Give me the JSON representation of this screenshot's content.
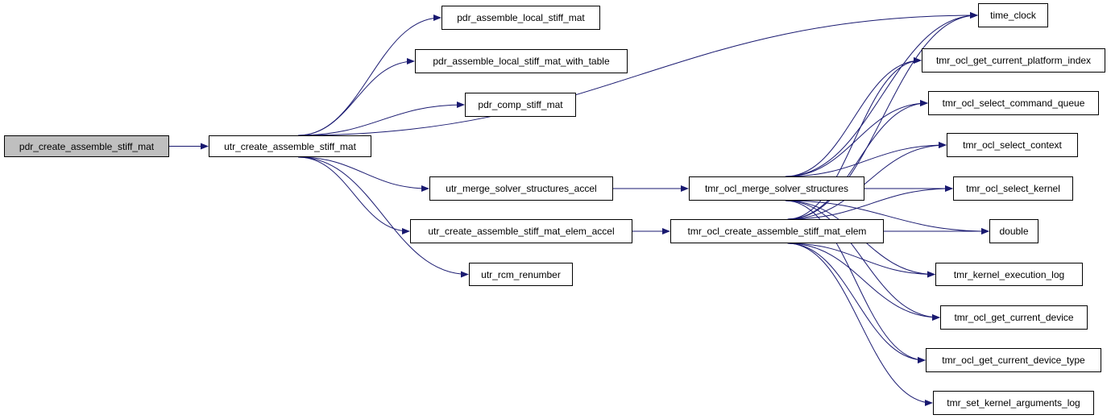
{
  "root": "pdr_create_assemble_stiff_mat",
  "nodes": {
    "pdr_create_assemble_stiff_mat": "pdr_create_assemble_stiff_mat",
    "utr_create_assemble_stiff_mat": "utr_create_assemble_stiff_mat",
    "pdr_assemble_local_stiff_mat": "pdr_assemble_local_stiff_mat",
    "pdr_assemble_local_stiff_mat_with_table": "pdr_assemble_local_stiff_mat_with_table",
    "pdr_comp_stiff_mat": "pdr_comp_stiff_mat",
    "utr_merge_solver_structures_accel": "utr_merge_solver_structures_accel",
    "utr_create_assemble_stiff_mat_elem_accel": "utr_create_assemble_stiff_mat_elem_accel",
    "utr_rcm_renumber": "utr_rcm_renumber",
    "tmr_ocl_merge_solver_structures": "tmr_ocl_merge_solver_structures",
    "tmr_ocl_create_assemble_stiff_mat_elem": "tmr_ocl_create_assemble_stiff_mat_elem",
    "time_clock": "time_clock",
    "tmr_ocl_get_current_platform_index": "tmr_ocl_get_current_platform_index",
    "tmr_ocl_select_command_queue": "tmr_ocl_select_command_queue",
    "tmr_ocl_select_context": "tmr_ocl_select_context",
    "tmr_ocl_select_kernel": "tmr_ocl_select_kernel",
    "double": "double",
    "tmr_kernel_execution_log": "tmr_kernel_execution_log",
    "tmr_ocl_get_current_device": "tmr_ocl_get_current_device",
    "tmr_ocl_get_current_device_type": "tmr_ocl_get_current_device_type",
    "tmr_set_kernel_arguments_log": "tmr_set_kernel_arguments_log"
  },
  "edges": [
    [
      "pdr_create_assemble_stiff_mat",
      "utr_create_assemble_stiff_mat"
    ],
    [
      "utr_create_assemble_stiff_mat",
      "pdr_assemble_local_stiff_mat"
    ],
    [
      "utr_create_assemble_stiff_mat",
      "pdr_assemble_local_stiff_mat_with_table"
    ],
    [
      "utr_create_assemble_stiff_mat",
      "pdr_comp_stiff_mat"
    ],
    [
      "utr_create_assemble_stiff_mat",
      "time_clock"
    ],
    [
      "utr_create_assemble_stiff_mat",
      "utr_merge_solver_structures_accel"
    ],
    [
      "utr_create_assemble_stiff_mat",
      "utr_create_assemble_stiff_mat_elem_accel"
    ],
    [
      "utr_create_assemble_stiff_mat",
      "utr_rcm_renumber"
    ],
    [
      "utr_merge_solver_structures_accel",
      "tmr_ocl_merge_solver_structures"
    ],
    [
      "utr_create_assemble_stiff_mat_elem_accel",
      "tmr_ocl_create_assemble_stiff_mat_elem"
    ],
    [
      "tmr_ocl_merge_solver_structures",
      "time_clock"
    ],
    [
      "tmr_ocl_merge_solver_structures",
      "tmr_ocl_get_current_platform_index"
    ],
    [
      "tmr_ocl_merge_solver_structures",
      "tmr_ocl_select_command_queue"
    ],
    [
      "tmr_ocl_merge_solver_structures",
      "tmr_ocl_select_context"
    ],
    [
      "tmr_ocl_merge_solver_structures",
      "tmr_ocl_select_kernel"
    ],
    [
      "tmr_ocl_merge_solver_structures",
      "double"
    ],
    [
      "tmr_ocl_merge_solver_structures",
      "tmr_kernel_execution_log"
    ],
    [
      "tmr_ocl_merge_solver_structures",
      "tmr_ocl_get_current_device"
    ],
    [
      "tmr_ocl_merge_solver_structures",
      "tmr_ocl_get_current_device_type"
    ],
    [
      "tmr_ocl_create_assemble_stiff_mat_elem",
      "time_clock"
    ],
    [
      "tmr_ocl_create_assemble_stiff_mat_elem",
      "tmr_ocl_get_current_platform_index"
    ],
    [
      "tmr_ocl_create_assemble_stiff_mat_elem",
      "tmr_ocl_select_command_queue"
    ],
    [
      "tmr_ocl_create_assemble_stiff_mat_elem",
      "tmr_ocl_select_context"
    ],
    [
      "tmr_ocl_create_assemble_stiff_mat_elem",
      "tmr_ocl_select_kernel"
    ],
    [
      "tmr_ocl_create_assemble_stiff_mat_elem",
      "double"
    ],
    [
      "tmr_ocl_create_assemble_stiff_mat_elem",
      "tmr_kernel_execution_log"
    ],
    [
      "tmr_ocl_create_assemble_stiff_mat_elem",
      "tmr_ocl_get_current_device"
    ],
    [
      "tmr_ocl_create_assemble_stiff_mat_elem",
      "tmr_ocl_get_current_device_type"
    ],
    [
      "tmr_ocl_create_assemble_stiff_mat_elem",
      "tmr_set_kernel_arguments_log"
    ]
  ],
  "colors": {
    "edge": "#191970",
    "root_fill": "#bfbfbf",
    "node_fill": "#ffffff",
    "border": "#000000"
  }
}
